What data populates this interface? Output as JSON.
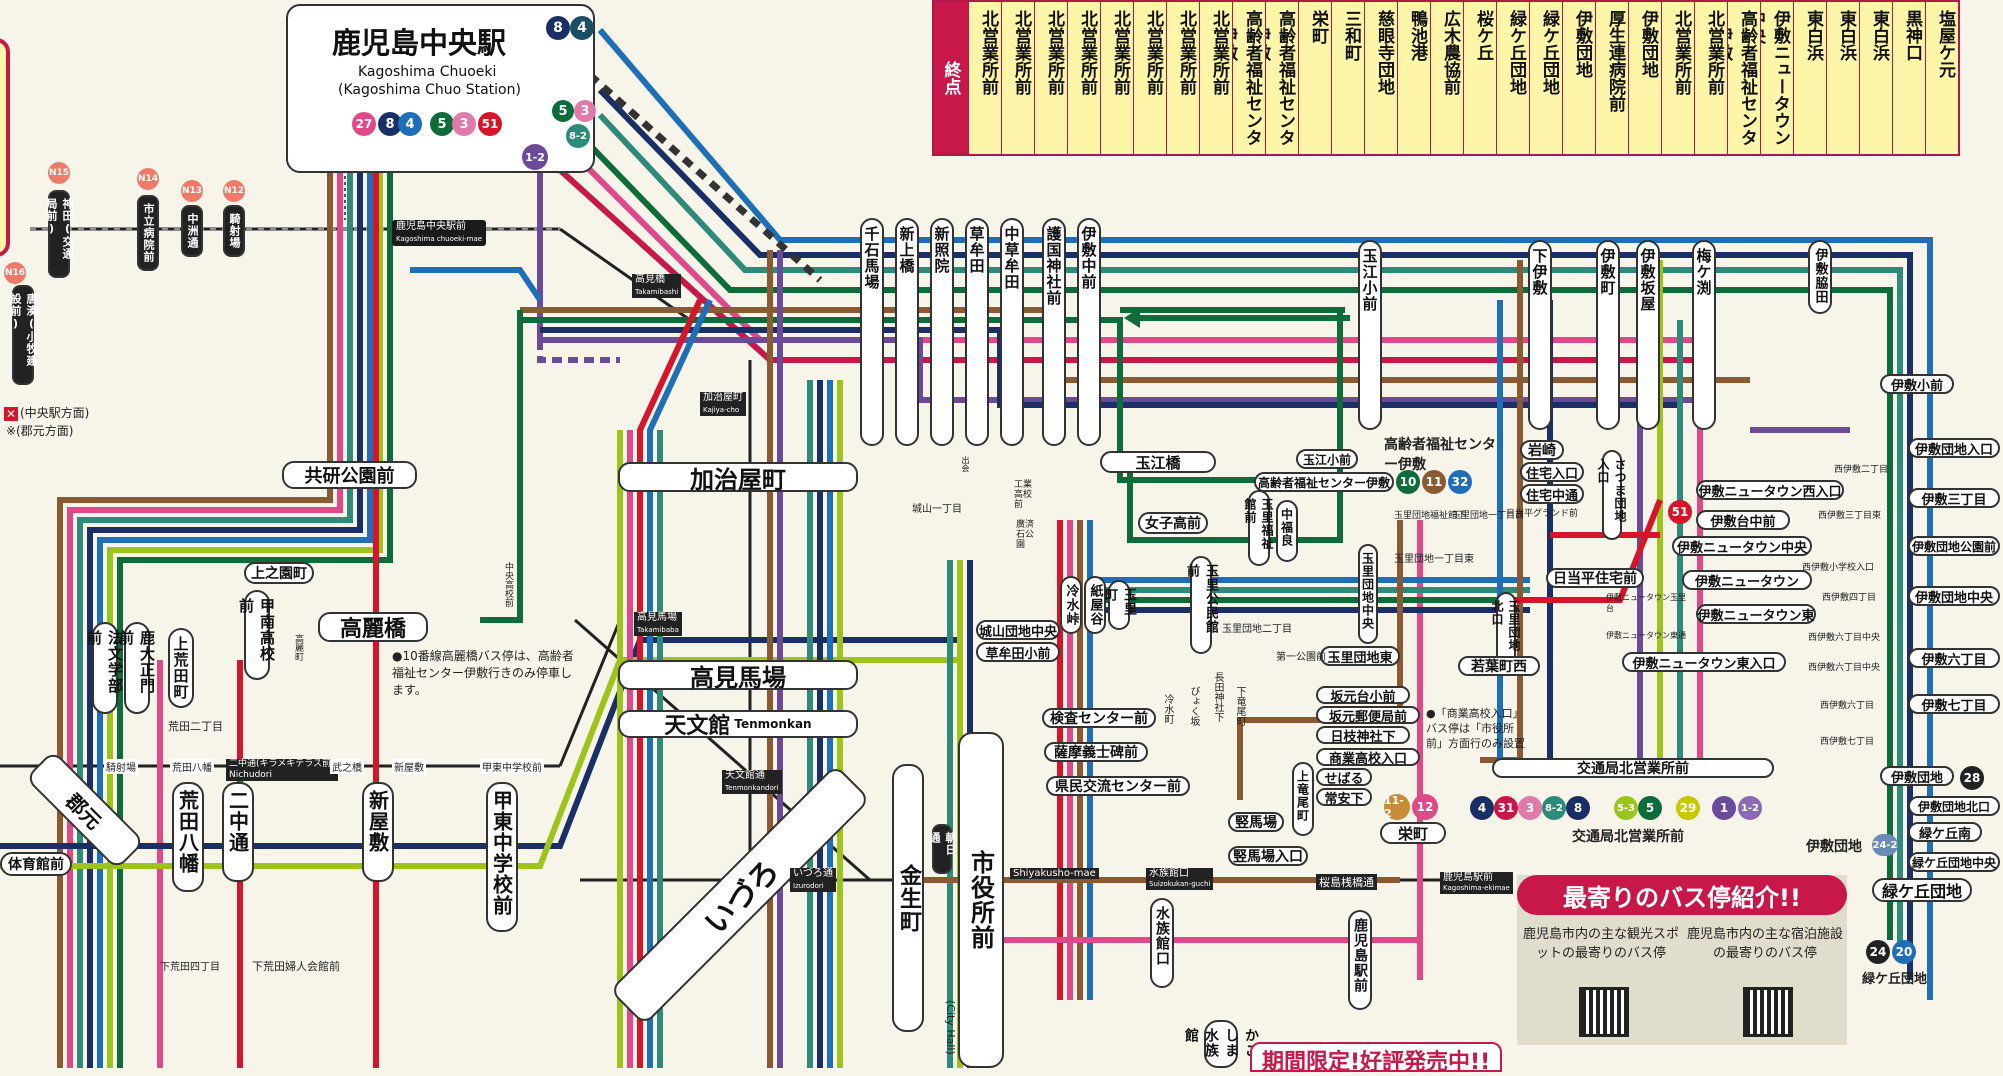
{
  "central_station": {
    "name": "鹿児島中央駅",
    "romaji": "Kagoshima Chuoeki",
    "english": "(Kagoshima Chuo Station)",
    "routes_top": [
      "8",
      "4"
    ],
    "routes_bottom_left": [
      "27",
      "8",
      "4",
      "5",
      "3",
      "51"
    ],
    "routes_bottom_right": [
      "5",
      "3",
      "8-2"
    ],
    "route_1_2": "1-2",
    "stop_label": "鹿児島中央駅前",
    "stop_romaji": "Kagoshima chuoeki-mae"
  },
  "destination_table": {
    "header": "終点",
    "columns": [
      "北営業所前",
      "北営業所前",
      "北営業所前",
      "北営業所前",
      "北営業所前",
      "北営業所前",
      "北営業所前",
      "北営業所前",
      "高齢者福祉センター伊敷",
      "高齢者福祉センター伊敷",
      "栄町",
      "三和町",
      "慈眼寺団地",
      "鴨池港",
      "広木農協前",
      "桜ケ丘",
      "緑ケ丘団地",
      "緑ケ丘団地",
      "伊敷団地",
      "厚生連病院前",
      "伊敷団地",
      "北営業所前",
      "北営業所前",
      "高齢者福祉センター伊敷",
      "伊敷ニュータウン中央",
      "東白浜",
      "東白浜",
      "東白浜",
      "黒神口",
      "塩屋ケ元"
    ]
  },
  "legend": {
    "central_dir": "(中央駅方面)",
    "gunmoto_dir": "※(郡元方面)",
    "note_10": "●10番線高麗橋バス停は、高齢者福祉センター伊敷行きのみ停車します。",
    "note_shogyo": "●「商業高校入口」バス停は「市役所前」方面行のみ設置"
  },
  "tram_stops_top": [
    "神田(交通局前)",
    "市立病院前",
    "中洲通",
    "騎射場",
    "唐湊(小牧建設前)"
  ],
  "tram_codes_top": [
    "N15",
    "N14",
    "N13",
    "N12",
    "N16"
  ],
  "left_stops": [
    "共研公園前",
    "上之園町",
    "高麗橋",
    "法文学部前",
    "鹿大正門前",
    "上荒田町",
    "甲南高校前",
    "高麗町",
    "中央高校前"
  ],
  "bottom_left_stops": [
    "体育館前",
    "騎射場",
    "荒田八幡",
    "二中通",
    "新屋敷",
    "甲東中学校前",
    "郡元",
    "荒田二丁目",
    "下荒田四丁目",
    "下荒田婦人会館前",
    "武之橋",
    "新屋敷",
    "甲東中学校前"
  ],
  "bottom_left_tram": [
    "騎射場",
    "荒田八幡",
    "二中通(キラメキテラス前)",
    "武之橋",
    "新屋敷",
    "甲東中学校前"
  ],
  "bottom_left_tram_romaji": "Nichudori",
  "center_stops": {
    "kajiyacho": "加治屋町",
    "kajiyacho_stop": "加治屋町",
    "kajiyacho_romaji": "Kajiya-cho",
    "takamibashi": "高見橋",
    "takamibashi_romaji": "Takamibashi",
    "takamibaba": "高見馬場",
    "takamibaba_stop": "高見馬場",
    "takamibaba_romaji": "Takamibaba",
    "tenmonkan": "天文館",
    "tenmonkan_romaji": "Tenmonkan",
    "tenmonkan_dori": "天文館通",
    "tenmonkan_dori_romaji": "Tenmonkandori",
    "izuro": "いづろ",
    "izuro_dori": "いづろ通",
    "izuro_romaji": "Izurodori",
    "kinseicho": "金生町",
    "asahidori": "朝日通",
    "shiyakusho": "市役所前",
    "shiyakusho_romaji": "Shiyakusho-mae",
    "shiyakusho_en": "(City Hall)"
  },
  "north_vertical_stops": [
    "千石馬場",
    "新上橋",
    "新照院",
    "草牟田",
    "中草牟田",
    "護国神社前",
    "伊敷中前",
    "玉江小前",
    "下伊敷",
    "伊敷町",
    "伊敷坂屋",
    "梅ケ渕"
  ],
  "mid_stops": [
    "玉江橋",
    "玉江小前",
    "高齢者福祉センター伊敷",
    "女子高前",
    "玉里福祉館前",
    "中福良",
    "城山一丁目",
    "工業高校前",
    "廣済石公園",
    "冷水峠",
    "紙屋谷",
    "玉里町",
    "玉里公民館前",
    "城山団地中央",
    "草牟田小前",
    "検査センター前",
    "薩摩義士碑前",
    "県民交流センター前",
    "冷水町",
    "びょく坂",
    "長田神社下",
    "下竜尾町",
    "竪馬場",
    "竪馬場入口",
    "上竜尾町",
    "栄町",
    "出会",
    "田"
  ],
  "tamazato": [
    "玉里団地中央",
    "玉里団地東",
    "玉里団地北口",
    "玉里団地一丁目東",
    "玉里団地二丁目",
    "玉里団地福祉館下",
    "玉里団地一丁目西",
    "第一公園前",
    "坂元台小前",
    "坂元郵便局前",
    "日枝神社下",
    "商業高校入口",
    "せばる",
    "常安下",
    "若葉町西",
    "日当平グランド前",
    "日当平住宅前"
  ],
  "senior_center": {
    "name": "高齢者福祉センター伊敷",
    "routes": [
      "10",
      "11",
      "32"
    ]
  },
  "iwasaki": [
    "岩崎",
    "住宅入口",
    "住宅中通",
    "さつま団地入口"
  ],
  "ishiki_nt": [
    "伊敷ニュータウン西入口",
    "伊敷台中前",
    "伊敷ニュータウン中央",
    "伊敷ニュータウン",
    "伊敷ニュータウン東",
    "伊敷ニュータウン東入口",
    "伊敷ニュータウン玉里台",
    "伊敷ニュータウン東通"
  ],
  "kita_eigyosho": {
    "name": "交通局北営業所前",
    "routes": [
      "4",
      "31",
      "3",
      "8-2",
      "8",
      "5-3",
      "5",
      "29",
      "1",
      "1-2"
    ]
  },
  "right_stops": [
    "伊敷脇田",
    "伊敷小前",
    "伊敷団地入口",
    "伊敷三丁目",
    "伊敷団地公園前",
    "伊敷団地中央",
    "伊敷六丁目",
    "伊敷七丁目",
    "伊敷団地",
    "伊敷団地北口",
    "緑ケ丘南",
    "緑ケ丘団地中央",
    "緑ケ丘団地"
  ],
  "right_small": [
    "西伊敷二丁目",
    "西伊敷三丁目東",
    "西伊敷小学校入口",
    "西伊敷四丁目",
    "西伊敷六丁目中央",
    "西伊敷六丁目",
    "西伊敷七丁目",
    "西伊敷六丁目中央"
  ],
  "right_routes": {
    "ishiki_danchi": "28",
    "ishiki_danchi_left": "伊敷団地",
    "ishiki_danchi_left_route": "24-2",
    "midorigaoka": [
      "24",
      "20"
    ],
    "midorigaoka_label": "緑ケ丘団地"
  },
  "bottom_center": [
    "水族館口",
    "桜島桟橋通",
    "鹿児島駅前",
    "鹿児島駅前",
    "水族館口",
    "かごしま水族館"
  ],
  "bottom_center_romaji": [
    "Suizokukan-guchi",
    "Kagoshima-ekimae"
  ],
  "route_badges_mid": [
    "11-2",
    "12"
  ],
  "promo": {
    "title": "最寄りのバス停紹介!!",
    "left": "鹿児島市内の主な観光スポットの最寄りのバス停",
    "right": "鹿児島市内の主な宿泊施設の最寄りのバス停"
  },
  "banner": "期間限定!好評発売中!!",
  "colors": {
    "teal": "#2e8b7a",
    "blue": "#1f6fb8",
    "navy": "#1a2f66",
    "green": "#0e6b3a",
    "lime": "#9cc41a",
    "brown": "#8c5a32",
    "red": "#d6142a",
    "pink": "#e0488a",
    "purple": "#6b4a9a",
    "magenta": "#c8184a",
    "beige": "#f7f4ea",
    "yellow": "#fdf6a8"
  }
}
